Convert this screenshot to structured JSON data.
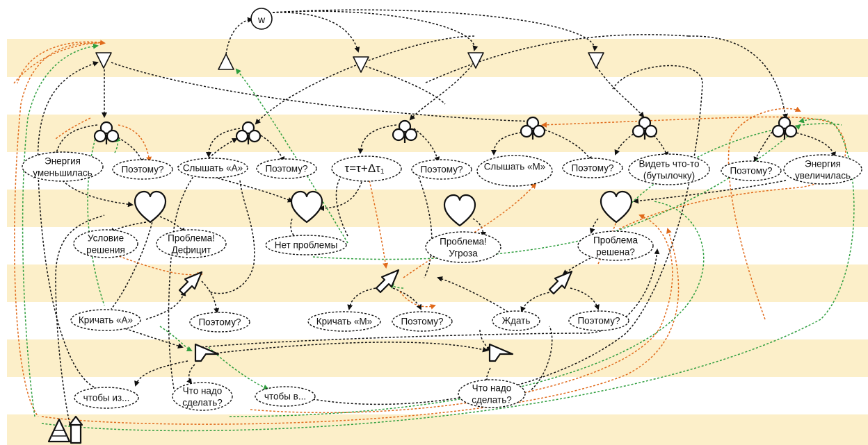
{
  "colors": {
    "stripe": "#fcefc9",
    "edge_black": "#111111",
    "edge_orange": "#e06a1b",
    "edge_green": "#2e9e3e"
  },
  "icons": {
    "source": "w-circle-icon",
    "sense": "down-triangle-icon",
    "act": "up-triangle-icon",
    "think": "clover-icon",
    "evaluate": "heart-icon",
    "do": "arrow-icon",
    "goal": "flag-icon",
    "tower": "tower-icon"
  },
  "labels": {
    "w": "w",
    "energy_down": [
      "Энергия",
      "уменьшилась"
    ],
    "therefore_1": "Поэтому?",
    "hear_a": "Слышать «А»",
    "therefore_2": "Поэтому?",
    "tau": "τ=τ+Δτ",
    "tau_sub": "1",
    "therefore_3": "Поэтому?",
    "hear_m": "Слышать «М»",
    "therefore_4": "Поэтому?",
    "see_bottle": [
      "Видеть что-то",
      "(бутылочку)"
    ],
    "therefore_5": "Поэтому?",
    "energy_up": [
      "Энергия",
      "увеличилась"
    ],
    "solution_condition": [
      "Условие",
      "решения"
    ],
    "problem_deficit": [
      "Проблема!",
      "Дефицит"
    ],
    "no_problem": "Нет проблемы",
    "problem_threat": [
      "Проблема!",
      "Угроза"
    ],
    "problem_solved": [
      "Проблема",
      "решена?"
    ],
    "shout_a": "Кричать «А»",
    "therefore_6": "Поэтому?",
    "shout_m": "Кричать «М»",
    "therefore_7": "Поэтому?",
    "wait": "Ждать",
    "therefore_8": "Поэтому?",
    "so_that_from": "чтобы из...",
    "what_to_do_1": [
      "Что надо",
      "сделать?"
    ],
    "so_that_in": "чтобы в...",
    "what_to_do_2": [
      "Что надо",
      "сделать?"
    ]
  }
}
